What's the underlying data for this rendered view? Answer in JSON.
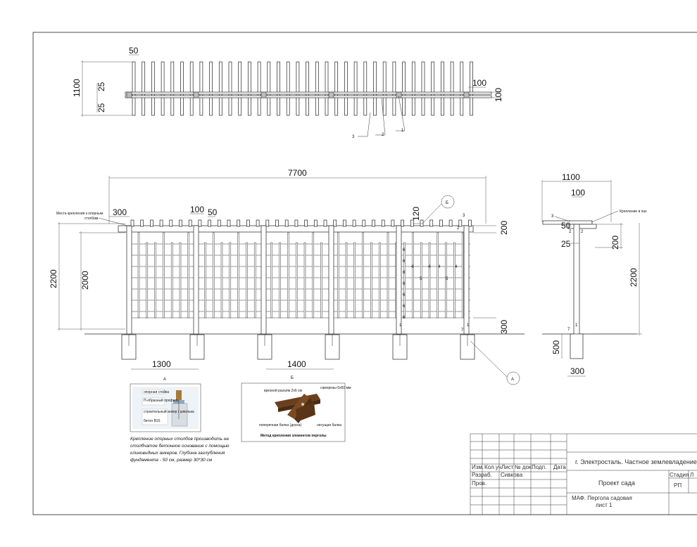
{
  "plan": {
    "dim_slat": "50",
    "dim_depth": "1100",
    "dim_25a": "25",
    "dim_25b": "25",
    "dim_post": "100",
    "dim_100b": "100",
    "callouts": [
      "3",
      "2",
      "1"
    ]
  },
  "front": {
    "dim_total": "7700",
    "dim_edge": "300",
    "dim_post": "100",
    "dim_slat": "50",
    "dim_120": "120",
    "dim_200": "200",
    "dim_height": "2200",
    "dim_2000": "2000",
    "dim_300": "300",
    "dim_1300": "1300",
    "dim_1400": "1400",
    "label_attach": "Места крепления к опорным столбам",
    "view_b": "Б",
    "view_a": "А",
    "marks": {
      "m3": "3",
      "m2": "2",
      "m6": "6",
      "m4": "4",
      "m5": "5",
      "m1": "1",
      "m7": "7"
    }
  },
  "side": {
    "dim_width": "1100",
    "dim_post": "100",
    "dim_50": "50",
    "dim_25": "25",
    "dim_200": "200",
    "dim_2200": "2200",
    "dim_500": "500",
    "dim_300": "300",
    "label_fix": "Крепление в паз",
    "marks": {
      "m3": "3",
      "m2a": "2",
      "m2b": "2",
      "m7": "7",
      "m1": "1"
    }
  },
  "detail_a": {
    "title": "А",
    "labels": [
      "опорная стойка",
      "П-образный профиль",
      "строительный анкер / шпилька",
      "бетон В15"
    ],
    "note": "Крепление опорных столбов производить на столбчатое бетонное основание с помощью клиновидных анкеров. Глубина заглубления фундамента - 50 см, размер 30*30 см"
  },
  "detail_b": {
    "title": "Б",
    "label_tl": "врезной разъём 2х6 см",
    "label_tr": "саморезы 6х60 мм",
    "label_bl": "поперечная балка (доска)",
    "label_br": "несущая балка",
    "caption": "Метод крепления элементов перголы"
  },
  "titleblock": {
    "location": "г. Электросталь. Частное землевладение",
    "project": "Проект сада",
    "sheet_title": "МАФ. Пергола садовая",
    "sheet_no": "лист 1",
    "stage_label": "Стадия",
    "stage_value": "РП",
    "sheet_col": "Л",
    "col_izm": "Изм.",
    "col_kol": "Кол.уч",
    "col_list": "Лист",
    "col_doc": "№ док.",
    "col_sign": "Подп.",
    "col_date": "Дата",
    "role_dev": "Разраб.",
    "dev_name": "Сивкова",
    "role_check": "Пров."
  }
}
